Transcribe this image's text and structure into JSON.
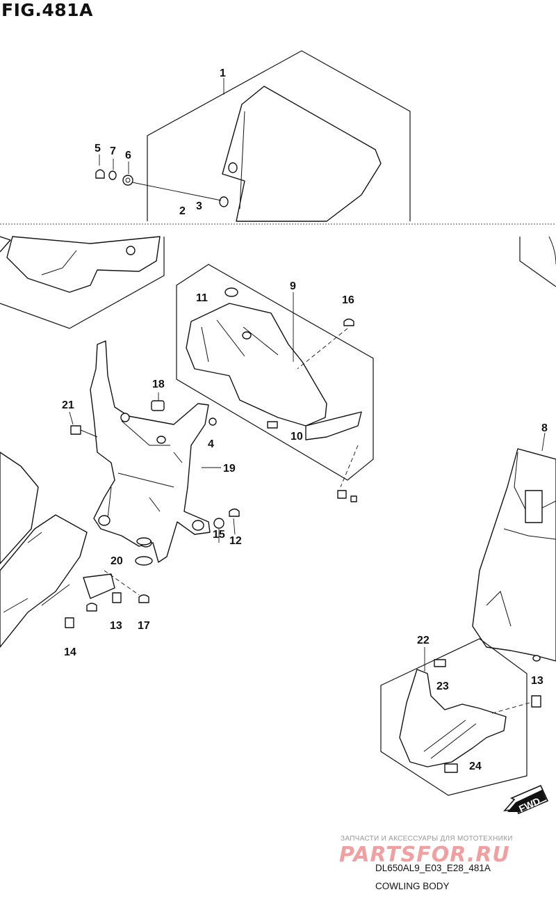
{
  "figure": {
    "title": "FIG.481A",
    "model_code": "DL650AL9_E03_E28_481A",
    "caption": "COWLING BODY",
    "watermark_text": "ЗАПЧАСТИ И АКСЕССУАРЫ ДЛЯ МОТОТЕХНИКИ",
    "watermark_logo": "PARTSFOR.RU",
    "fwd_label": "FWD"
  },
  "callouts": [
    "1",
    "2",
    "3",
    "4",
    "5",
    "6",
    "7",
    "8",
    "9",
    "10",
    "11",
    "12",
    "13",
    "14",
    "15",
    "16",
    "17",
    "18",
    "19",
    "20",
    "21",
    "22",
    "23",
    "24",
    "13"
  ],
  "colors": {
    "line": "#111111",
    "watermark_logo": "#f0a0a0",
    "watermark_text": "#9a9a9a"
  }
}
